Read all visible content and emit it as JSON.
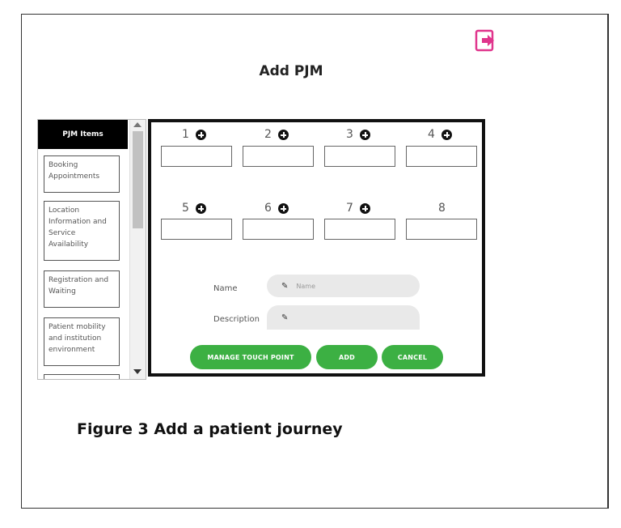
{
  "page": {
    "title": "Add PJM",
    "caption": "Figure 3 Add a patient journey",
    "logout_icon": "exit-icon"
  },
  "sidebar": {
    "header": "PJM Items",
    "items": [
      {
        "label": "Booking Appointments"
      },
      {
        "label": "Location Information and Service Availability"
      },
      {
        "label": "Registration and Waiting"
      },
      {
        "label": "Patient mobility and institution environment"
      }
    ]
  },
  "touch_points": [
    {
      "number": "1",
      "has_add": true
    },
    {
      "number": "2",
      "has_add": true
    },
    {
      "number": "3",
      "has_add": true
    },
    {
      "number": "4",
      "has_add": true
    },
    {
      "number": "5",
      "has_add": true
    },
    {
      "number": "6",
      "has_add": true
    },
    {
      "number": "7",
      "has_add": true
    },
    {
      "number": "8",
      "has_add": false
    }
  ],
  "form": {
    "name_label": "Name",
    "name_placeholder": "Name",
    "description_label": "Description",
    "description_placeholder": ""
  },
  "buttons": {
    "manage": "MANAGE TOUCH POINT",
    "add": "ADD",
    "cancel": "CANCEL"
  },
  "colors": {
    "accent_green": "#3cb043",
    "logout_pink": "#e0348c"
  }
}
